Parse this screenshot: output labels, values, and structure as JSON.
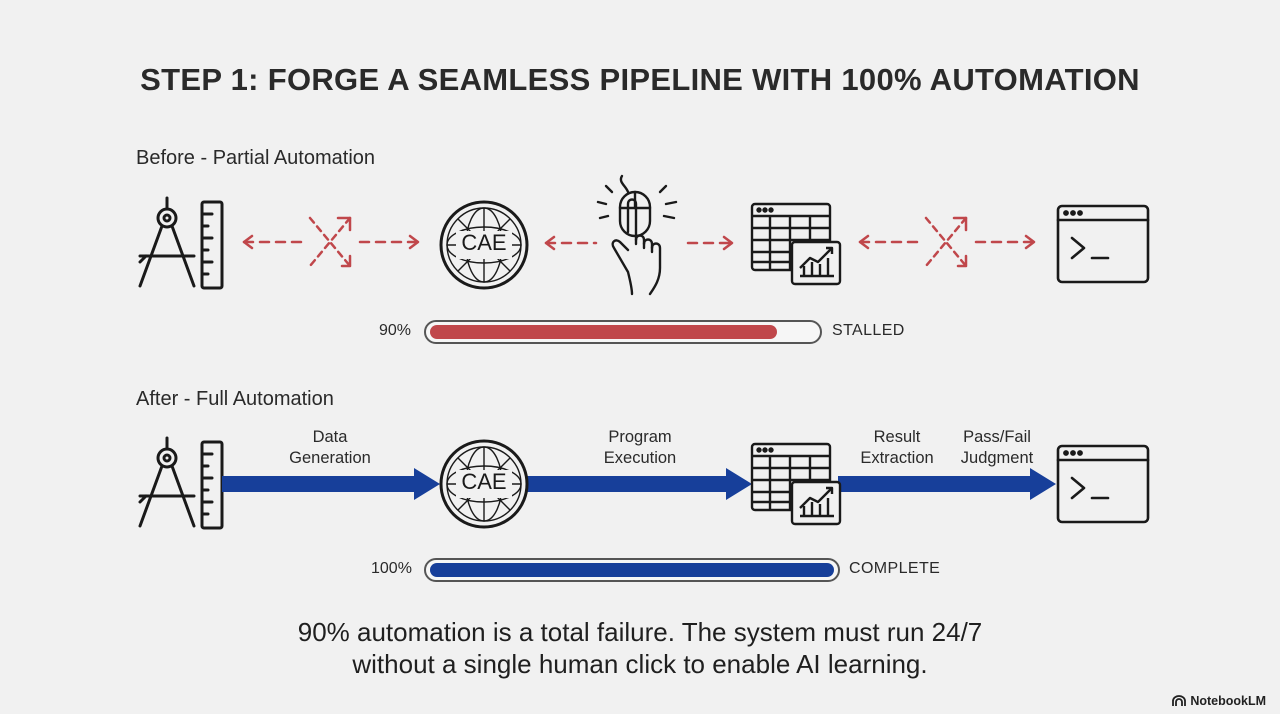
{
  "title": "STEP 1: FORGE A SEAMLESS PIPELINE WITH 100% AUTOMATION",
  "before": {
    "label": "Before - Partial Automation",
    "cae_label": "CAE",
    "percent": "90%",
    "progress": 0.9,
    "status": "STALLED",
    "fill_color": "#c0474b"
  },
  "after": {
    "label": "After - Full Automation",
    "cae_label": "CAE",
    "arrows": [
      {
        "line1": "Data",
        "line2": "Generation"
      },
      {
        "line1": "Program",
        "line2": "Execution"
      },
      {
        "line1": "Result",
        "line2": "Extraction"
      },
      {
        "line1": "Pass/Fail",
        "line2": "Judgment"
      }
    ],
    "percent": "100%",
    "progress": 1.0,
    "status": "COMPLETE",
    "fill_color": "#173f9a"
  },
  "caption": {
    "line1": "90% automation is a total failure. The system must run 24/7",
    "line2": "without a single human click to enable AI learning."
  },
  "brand": "NotebookLM",
  "colors": {
    "broken_arrow": "#c0474b",
    "flow_arrow": "#173f9a",
    "icon_stroke": "#1a1a1a"
  },
  "icons": [
    "compass-ruler-icon",
    "cae-globe-icon",
    "mouse-click-hand-icon",
    "spreadsheet-chart-icon",
    "terminal-icon",
    "broken-link-icon"
  ]
}
